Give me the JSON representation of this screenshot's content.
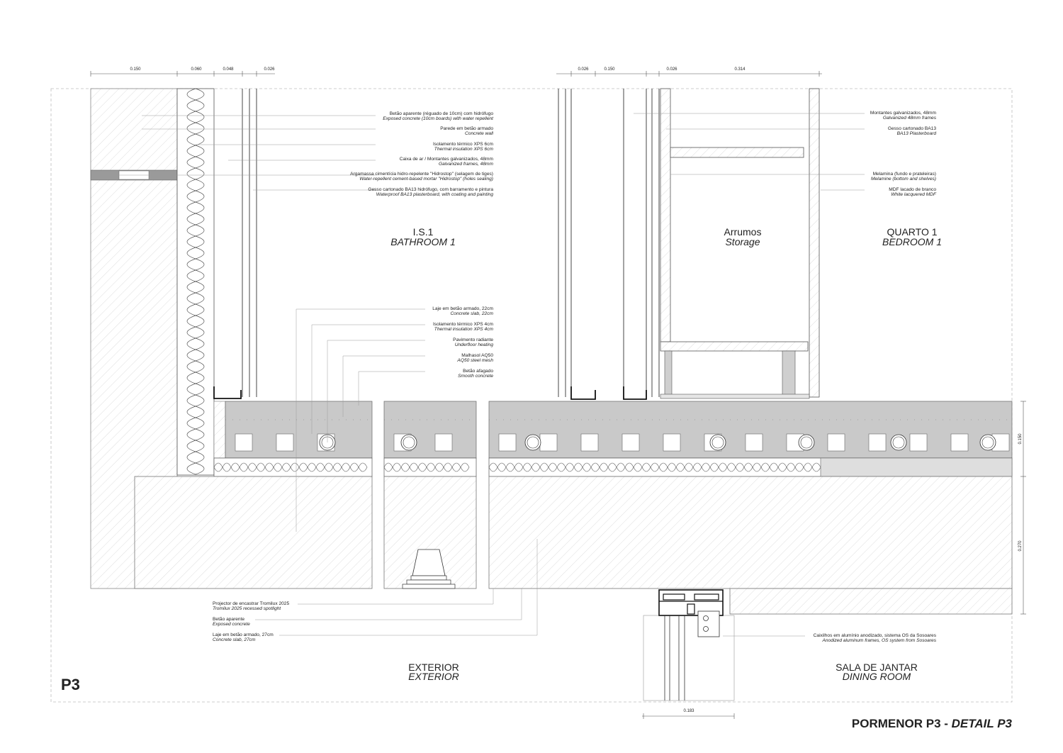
{
  "title": {
    "main": "PORMENOR P3 - ",
    "italic": "DETAIL P3",
    "code": "P3"
  },
  "dimensions_top": [
    "0.150",
    "0.060",
    "0.048",
    "0.026",
    "0.026",
    "0.150",
    "0.026",
    "0.314"
  ],
  "dimensions_right": [
    "0.150",
    "0.270"
  ],
  "dimension_bottom": "0.183",
  "rooms": [
    {
      "pt": "I.S.1",
      "en": "BATHROOM 1"
    },
    {
      "pt": "Arrumos",
      "en": "Storage"
    },
    {
      "pt": "QUARTO 1",
      "en": "BEDROOM 1"
    },
    {
      "pt": "EXTERIOR",
      "en": "EXTERIOR"
    },
    {
      "pt": "SALA DE JANTAR",
      "en": "DINING ROOM"
    }
  ],
  "labels_wall": [
    {
      "pt": "Betão aparente (réguado de 10cm) com hidrófugo",
      "en": "Exposed concrete (10cm boards) with water repellent"
    },
    {
      "pt": "Parede em betão armado",
      "en": "Concrete wall"
    },
    {
      "pt": "Isolamento térmico XPS 6cm",
      "en": "Thermal insulation XPS 6cm"
    },
    {
      "pt": "Caixa de ar / Montantes galvanizados, 48mm",
      "en": "Galvanized frames, 48mm"
    },
    {
      "pt": "Argamassa cimentícia hidro-repelente \"Hidrostop\" (selagem de tiges)",
      "en": "Water-repellent cement-based mortar \"Hidrostop\" (holes sealing)"
    },
    {
      "pt": "Gesso cartonado BA13 hidrófugo, com barramento e pintura",
      "en": "Waterproof BA13 plasterboard, with coating and painting"
    }
  ],
  "labels_floor": [
    {
      "pt": "Laje em betão armado, 22cm",
      "en": "Concrete slab, 22cm"
    },
    {
      "pt": "Isolamento térmico XPS 4cm",
      "en": "Thermal insulation XPS 4cm"
    },
    {
      "pt": "Pavimento radiante",
      "en": "Underfloor heating"
    },
    {
      "pt": "Malhasol AQ50",
      "en": "AQ50 steel mesh"
    },
    {
      "pt": "Betão afagado",
      "en": "Smooth concrete"
    }
  ],
  "labels_right": [
    {
      "pt": "Montantes galvanizados, 48mm",
      "en": "Galvanized 48mm frames"
    },
    {
      "pt": "Gesso cartonado BA13",
      "en": "BA13 Plasterboard"
    },
    {
      "pt": "Melamina (fundo e prateleiras)",
      "en": "Melamine (bottom and shelves)"
    },
    {
      "pt": "MDF lacado de branco",
      "en": "White lacquered MDF"
    }
  ],
  "labels_bottom": [
    {
      "pt": "Projector de encastrar Tromilux 2025",
      "en": "Tromilux 2025 recessed spotlight"
    },
    {
      "pt": "Betão aparente",
      "en": "Exposed concrete"
    },
    {
      "pt": "Laje em betão armado, 27cm",
      "en": "Concrete slab, 27cm"
    }
  ],
  "label_window": {
    "pt": "Caixilhos em alumínio anodizado, sistema OS da Sosoares",
    "en": "Anodized aluminum frames, OS system from Sosoares"
  }
}
